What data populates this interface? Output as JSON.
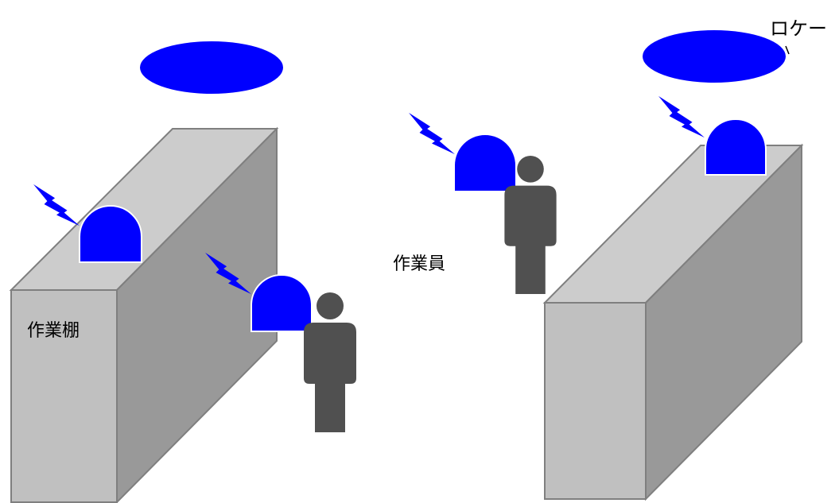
{
  "labels": {
    "shelf": "作業棚",
    "worker": "作業員",
    "locator_cut": "ロケー"
  },
  "colors": {
    "beacon": "#0000ff",
    "locator": "#0000ff",
    "signal": "#0000ff",
    "person": "#505050",
    "shelf_top": "#cccccc",
    "shelf_front": "#c0c0c0",
    "shelf_side": "#999999",
    "shelf_edge": "#7f7f7f"
  },
  "icons": [
    "signal-bolt-icon",
    "beacon-tag-icon",
    "person-icon",
    "locator-icon"
  ]
}
